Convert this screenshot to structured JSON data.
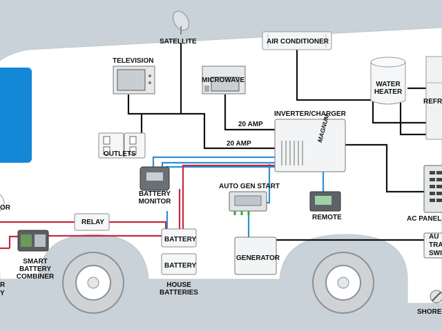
{
  "labels": {
    "satellite": "SATELLITE",
    "air_conditioner": "AIR CONDITIONER",
    "television": "TELEVISION",
    "microwave": "MICROWAVE",
    "water_heater": [
      "WATER",
      "HEATER"
    ],
    "refrigerator_partial": "REFRI",
    "inverter_charger": "INVERTER/CHARGER",
    "amp_top": "20 AMP",
    "amp_bottom": "20 AMP",
    "outlets": "OUTLETS",
    "battery_monitor": [
      "BATTERY",
      "MONITOR"
    ],
    "auto_gen_start": "AUTO GEN START",
    "remote": "REMOTE",
    "ac_panel": "AC PANEL",
    "relay": "RELAY",
    "battery_1": "BATTERY",
    "battery_2": "BATTERY",
    "house_batteries": [
      "HOUSE",
      "BATTERIES"
    ],
    "smart_battery_combiner": [
      "SMART",
      "BATTERY",
      "COMBINER"
    ],
    "generator": "GENERATOR",
    "auto_transfer_switch_partial": [
      "AU",
      "TRAN",
      "SWI"
    ],
    "shore_partial": "SHORE",
    "left_partial_or": "OR",
    "left_partial_r": "R",
    "left_partial_y": "Y",
    "inverter_brand": "MAGNUM"
  },
  "colors": {
    "background": "#c9d2d8",
    "rv_body": "#ffffff",
    "window": "#1487d6",
    "black_wire": "#111111",
    "blue_wire": "#2b8fd0",
    "red_wire": "#c8283c",
    "wheel": "#cfd3d6"
  }
}
